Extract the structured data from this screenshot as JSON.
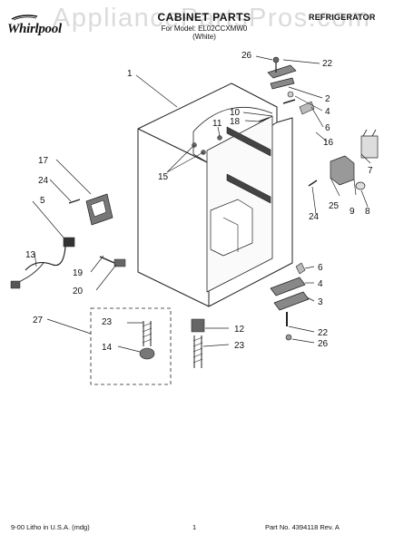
{
  "header": {
    "brand": "Whirlpool",
    "title": "CABINET PARTS",
    "subtitle_line1": "For Model: EL02CCXMW0",
    "subtitle_line2": "(White)",
    "appliance_type": "REFRIGERATOR",
    "watermark": "AppliancePartsPros.com"
  },
  "footer": {
    "left": "9-00 Litho in U.S.A. (mdg)",
    "page_number": "1",
    "part_number": "Part No. 4394118 Rev. A"
  },
  "callouts": [
    "1",
    "2",
    "3",
    "4",
    "5",
    "6",
    "7",
    "8",
    "9",
    "10",
    "11",
    "12",
    "13",
    "14",
    "15",
    "16",
    "17",
    "18",
    "19",
    "20",
    "22",
    "23",
    "24",
    "25",
    "26",
    "27"
  ],
  "callout_list": [
    {
      "id": "c26a",
      "text": "26"
    },
    {
      "id": "c22a",
      "text": "22"
    },
    {
      "id": "c1",
      "text": "1"
    },
    {
      "id": "c2",
      "text": "2"
    },
    {
      "id": "c4a",
      "text": "4"
    },
    {
      "id": "c10",
      "text": "10"
    },
    {
      "id": "c18",
      "text": "18"
    },
    {
      "id": "c6a",
      "text": "6"
    },
    {
      "id": "c11",
      "text": "11"
    },
    {
      "id": "c16",
      "text": "16"
    },
    {
      "id": "c7",
      "text": "7"
    },
    {
      "id": "c17",
      "text": "17"
    },
    {
      "id": "c15",
      "text": "15"
    },
    {
      "id": "c24a",
      "text": "24"
    },
    {
      "id": "c5",
      "text": "5"
    },
    {
      "id": "c25",
      "text": "25"
    },
    {
      "id": "c9",
      "text": "9"
    },
    {
      "id": "c8",
      "text": "8"
    },
    {
      "id": "c24b",
      "text": "24"
    },
    {
      "id": "c13",
      "text": "13"
    },
    {
      "id": "c19",
      "text": "19"
    },
    {
      "id": "c6b",
      "text": "6"
    },
    {
      "id": "c4b",
      "text": "4"
    },
    {
      "id": "c20",
      "text": "20"
    },
    {
      "id": "c3",
      "text": "3"
    },
    {
      "id": "c27",
      "text": "27"
    },
    {
      "id": "c23a",
      "text": "23"
    },
    {
      "id": "c12",
      "text": "12"
    },
    {
      "id": "c22b",
      "text": "22"
    },
    {
      "id": "c26b",
      "text": "26"
    },
    {
      "id": "c14",
      "text": "14"
    },
    {
      "id": "c23b",
      "text": "23"
    }
  ]
}
